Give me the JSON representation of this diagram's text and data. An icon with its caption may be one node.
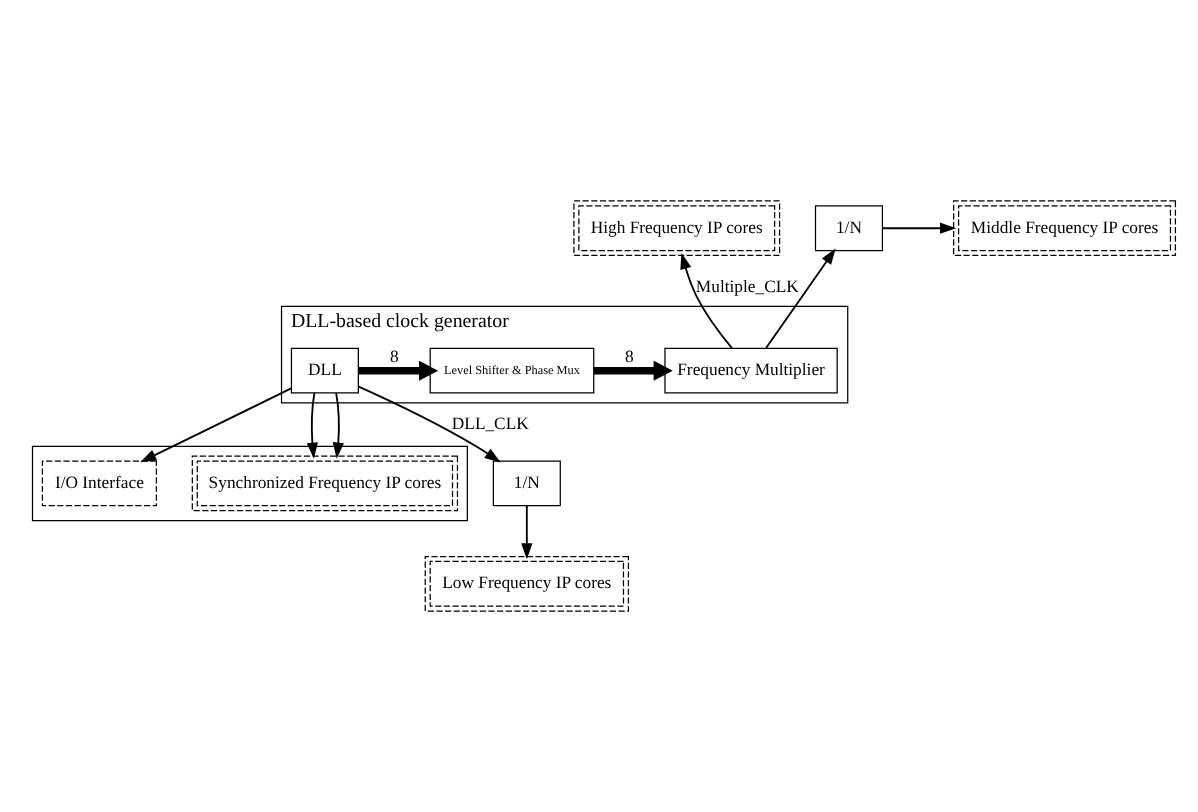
{
  "diagram": {
    "nodes": [
      {
        "text": [
          "High Frequency IP cores"
        ]
      },
      {
        "text": [
          "Middle Frequency IP cores"
        ]
      },
      {
        "text": [
          "1/N"
        ]
      },
      {
        "text": [
          "DLL-based clock generator"
        ]
      },
      {
        "text": [
          "DLL"
        ],
        "in": 3
      },
      {
        "text": [
          "Level Shifter & Phase Mux"
        ],
        "in": 3
      },
      {
        "text": [
          "Frequency Multiplier"
        ],
        "in": 3
      },
      {
        "text": [],
        "shape": "box"
      },
      {
        "text": [
          "I/O Interface"
        ],
        "in": 7
      },
      {
        "text": [
          "Synchronized Frequency IP cores"
        ],
        "in": 7
      },
      {
        "text": [
          "1/N"
        ]
      },
      {
        "text": [
          "Low Frequency IP cores"
        ]
      }
    ],
    "edges": [
      {
        "from": 4,
        "to": 5,
        "arrow": "to",
        "label": "8",
        "style": "thick"
      },
      {
        "from": 5,
        "to": 6,
        "arrow": "to",
        "label": "8",
        "style": "thick"
      },
      {
        "from": 6,
        "to": 2,
        "arrow": "to"
      },
      {
        "from": 6,
        "to": 0,
        "arrow": "to",
        "label": "Multiple_CLK"
      },
      {
        "from": 2,
        "to": 1,
        "arrow": "to"
      },
      {
        "from": 4,
        "to": 8,
        "arrow": "to"
      },
      {
        "from": 4,
        "to": 9,
        "arrow": "to"
      },
      {
        "from": 4,
        "to": 9,
        "arrow": "to"
      },
      {
        "from": 4,
        "to": 10,
        "arrow": "to",
        "label": "DLL_CLK"
      },
      {
        "from": 10,
        "to": 11,
        "arrow": "to"
      }
    ]
  }
}
